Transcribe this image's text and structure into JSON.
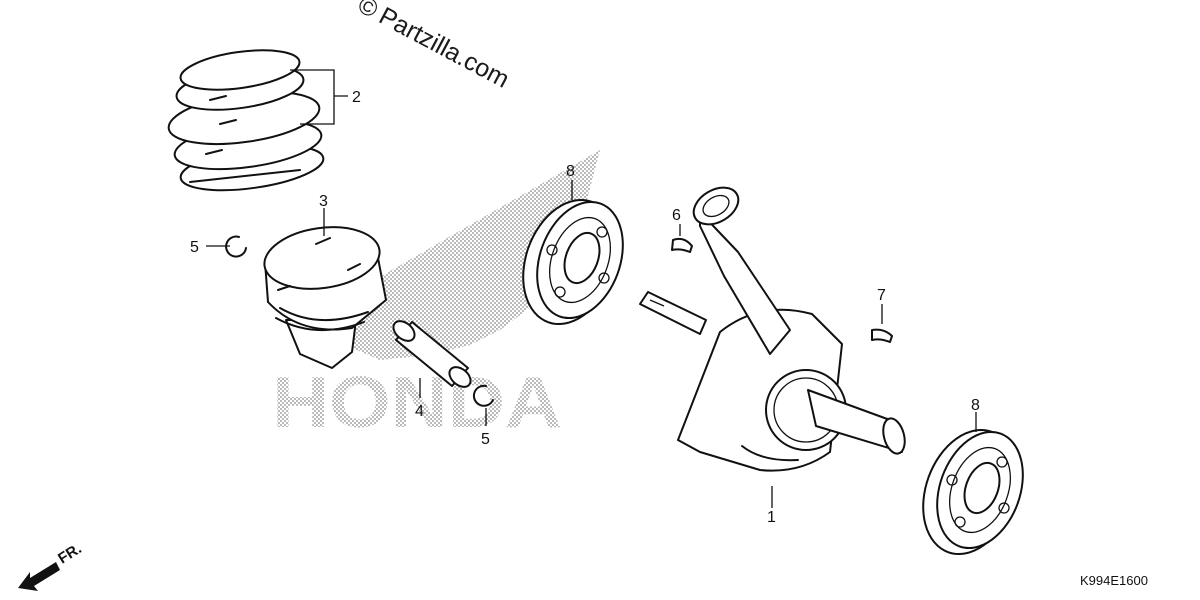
{
  "watermark": {
    "symbol": "©",
    "text": "Partzilla.com"
  },
  "brand_background": "HONDA",
  "direction_label": "FR.",
  "diagram_code": "K994E1600",
  "callouts": {
    "crankshaft": "1",
    "piston_ring_set": "2",
    "piston": "3",
    "piston_pin": "4",
    "pin_clip_left": "5",
    "pin_clip_right": "5",
    "woodruff_key_left": "6",
    "woodruff_key_right": "7",
    "bearing_upper": "8",
    "bearing_lower": "8"
  },
  "colors": {
    "ink": "#111111",
    "halftone": "#888888",
    "paper": "#ffffff"
  }
}
